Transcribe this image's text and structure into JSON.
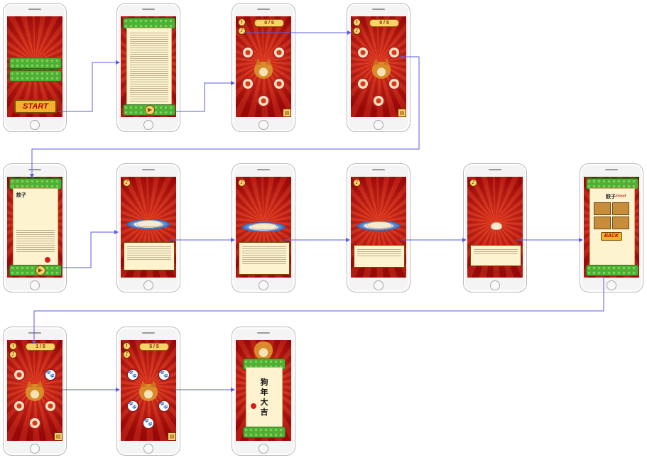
{
  "colors": {
    "screen_red": "#c8140f",
    "scroll_green": "#4fae34",
    "paper": "#fdf3cf",
    "gold": "#f2b22d",
    "flow_line": "#5a5ae6"
  },
  "screens": {
    "start": {
      "button_label": "START"
    },
    "quiz_start": {
      "counter": "0 / 5"
    },
    "quiz_hover": {
      "counter": "0 / 5"
    },
    "detail": {
      "title": "餃子"
    },
    "recipe": {
      "title": "餃子",
      "subtitle": "Good",
      "back_label": "BACK"
    },
    "quiz_progress": {
      "counter": "1 / 5"
    },
    "quiz_done": {
      "counter": "5 / 5"
    },
    "final": {
      "calligraphy": "狗\n年\n大\n吉"
    }
  },
  "icons": {
    "info": "!",
    "music": "♪",
    "paw": "🐾",
    "tray": "▤",
    "play": "▶"
  }
}
